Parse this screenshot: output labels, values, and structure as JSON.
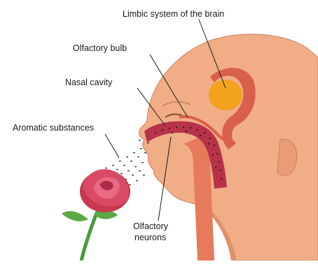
{
  "labels": {
    "limbic": "Limbic system of the brain",
    "olfactory_bulb": "Olfactory bulb",
    "nasal_cavity": "Nasal cavity",
    "aromatic": "Aromatic substances",
    "neurons_line1": "Olfactory",
    "neurons_line2": "neurons"
  },
  "colors": {
    "skin": "#f0ad86",
    "skin_shadow": "#e0916a",
    "limbic_fill": "#f2a21c",
    "limbic_ring": "#d9604a",
    "passage": "#b8324a",
    "passage_dots": "#3a1a2a",
    "throat": "#e67a5a",
    "rose": "#d94a66",
    "stem": "#4a9a3a"
  }
}
